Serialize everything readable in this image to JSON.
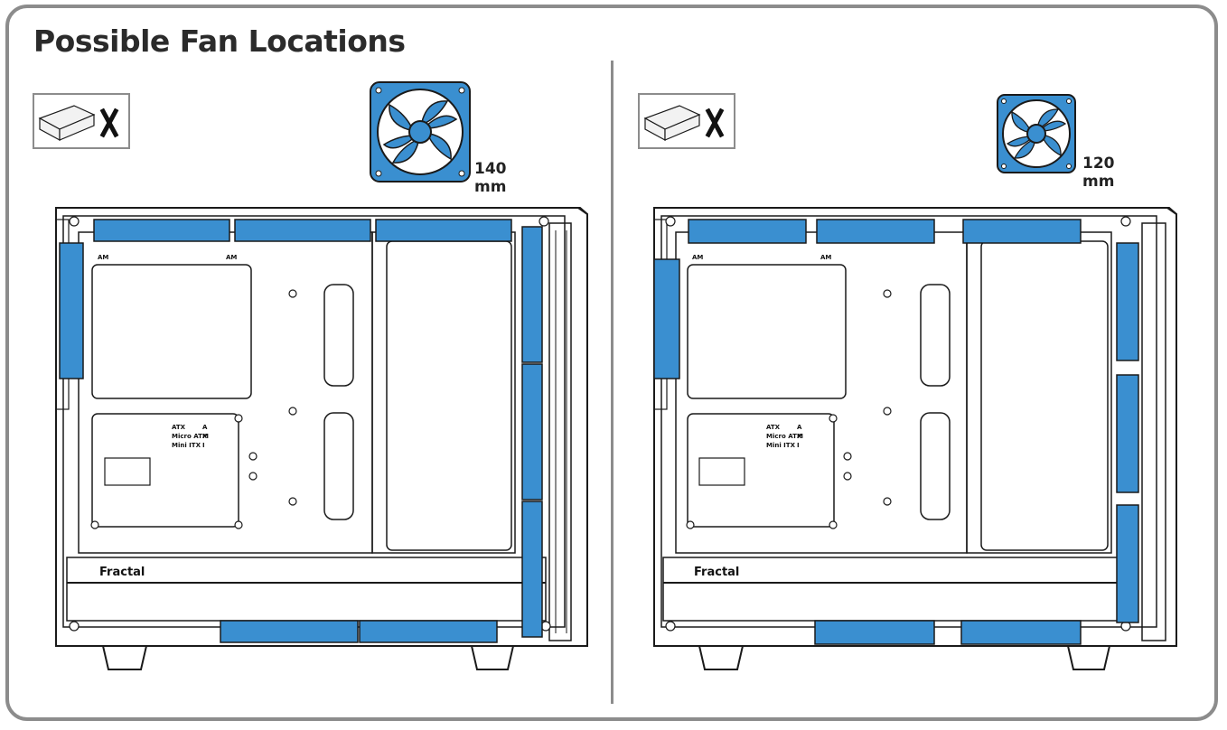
{
  "title": "Possible Fan Locations",
  "colors": {
    "fan_blue": "#3a8fd0",
    "frame_gray": "#8c8c8c",
    "line": "#1a1a1a"
  },
  "panels": [
    {
      "fan_size_label": "140 mm",
      "icon_drive": "optical-drive-icon",
      "icon_x": "no-drive-x-icon",
      "brand_text": "Fractal",
      "mount_labels": {
        "atx": "ATX",
        "atx_code": "A",
        "matx": "Micro ATX",
        "matx_code": "M",
        "itx": "Mini ITX",
        "itx_code": "I",
        "am": "AM"
      }
    },
    {
      "fan_size_label": "120 mm",
      "icon_drive": "optical-drive-icon",
      "icon_x": "no-drive-x-icon",
      "brand_text": "Fractal",
      "mount_labels": {
        "atx": "ATX",
        "atx_code": "A",
        "matx": "Micro ATX",
        "matx_code": "M",
        "itx": "Mini ITX",
        "itx_code": "I",
        "am": "AM"
      }
    }
  ]
}
